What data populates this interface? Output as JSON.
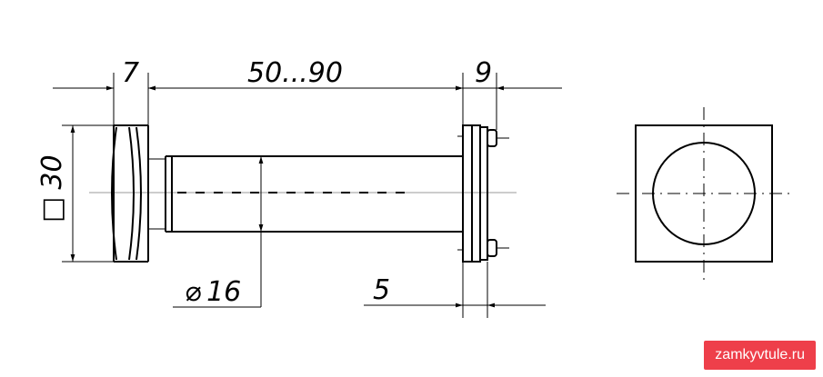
{
  "dimensions": {
    "flange_thickness": "7",
    "length_range": "50...90",
    "back_plate": "9",
    "square_size": "30",
    "square_symbol": "□",
    "diameter": "16",
    "diameter_symbol": "⌀",
    "plate_gap": "5"
  },
  "watermark": {
    "text": "zamkyvtule.ru",
    "color": "#ee3f4a"
  }
}
